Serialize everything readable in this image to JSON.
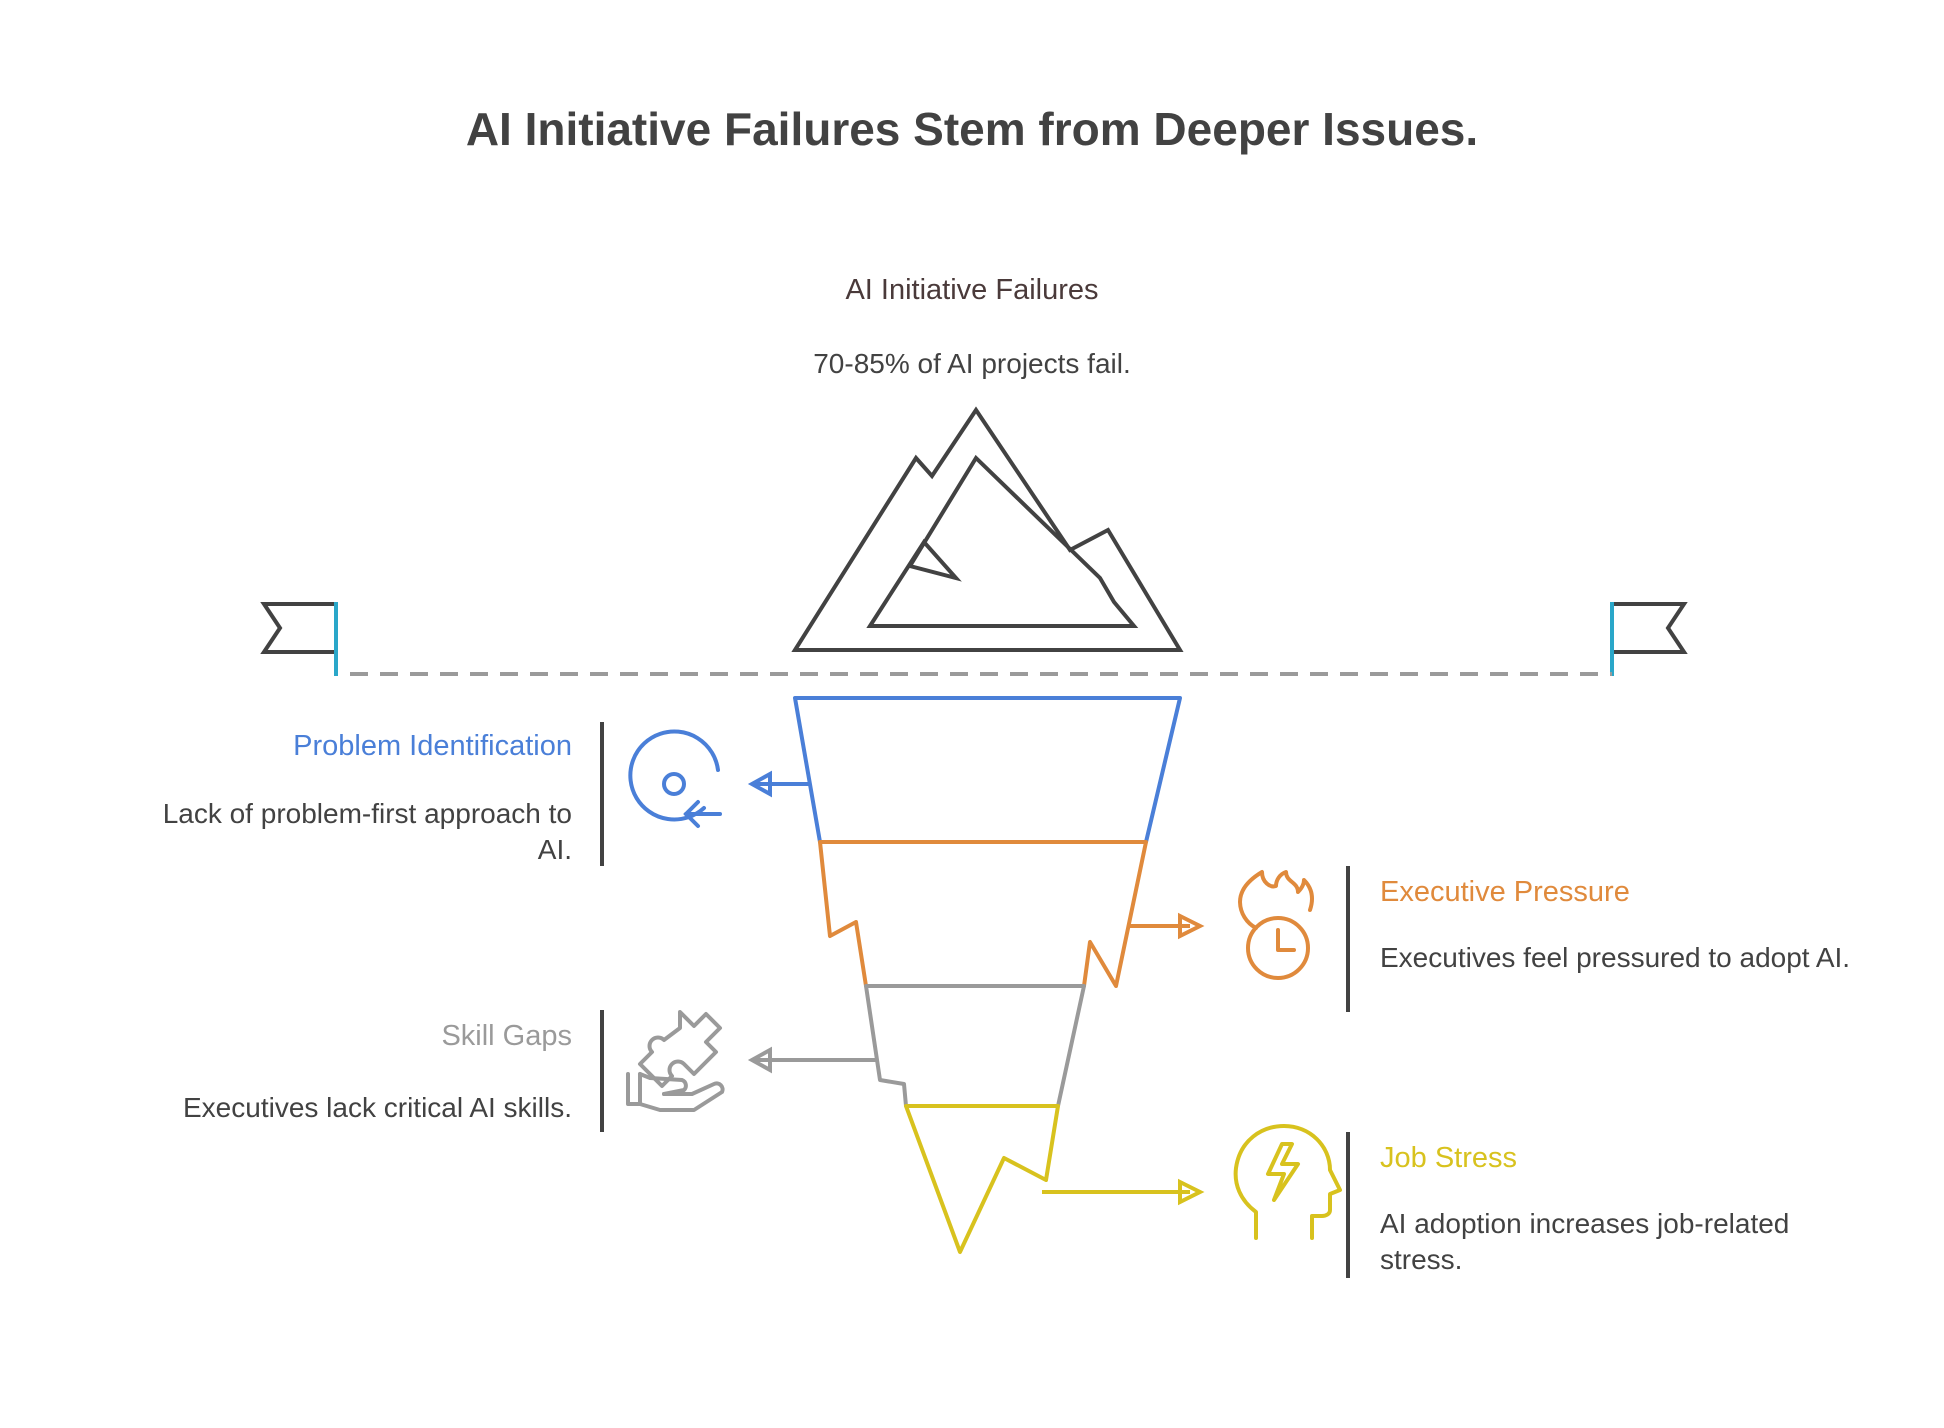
{
  "title": "AI Initiative Failures Stem from Deeper Issues.",
  "tip": {
    "title": "AI Initiative Failures",
    "description": "70-85% of AI projects fail."
  },
  "layers": [
    {
      "id": "problem-identification",
      "title": "Problem Identification",
      "description": "Lack of problem-first approach to AI.",
      "color": "#4a7fd8",
      "icon": "target-arrow-icon",
      "side": "left"
    },
    {
      "id": "executive-pressure",
      "title": "Executive Pressure",
      "description": "Executives feel pressured to adopt AI.",
      "color": "#e08a3c",
      "icon": "clock-flame-icon",
      "side": "right"
    },
    {
      "id": "skill-gaps",
      "title": "Skill Gaps",
      "description": "Executives lack critical AI skills.",
      "color": "#9a9a9a",
      "icon": "hand-puzzle-icon",
      "side": "left"
    },
    {
      "id": "job-stress",
      "title": "Job Stress",
      "description": "AI adoption increases job-related stress.",
      "color": "#d8c21e",
      "icon": "head-lightning-icon",
      "side": "right"
    }
  ],
  "colors": {
    "outline": "#424242",
    "waterline": "#9a9a9a",
    "flagpole": "#2aa7c9"
  }
}
